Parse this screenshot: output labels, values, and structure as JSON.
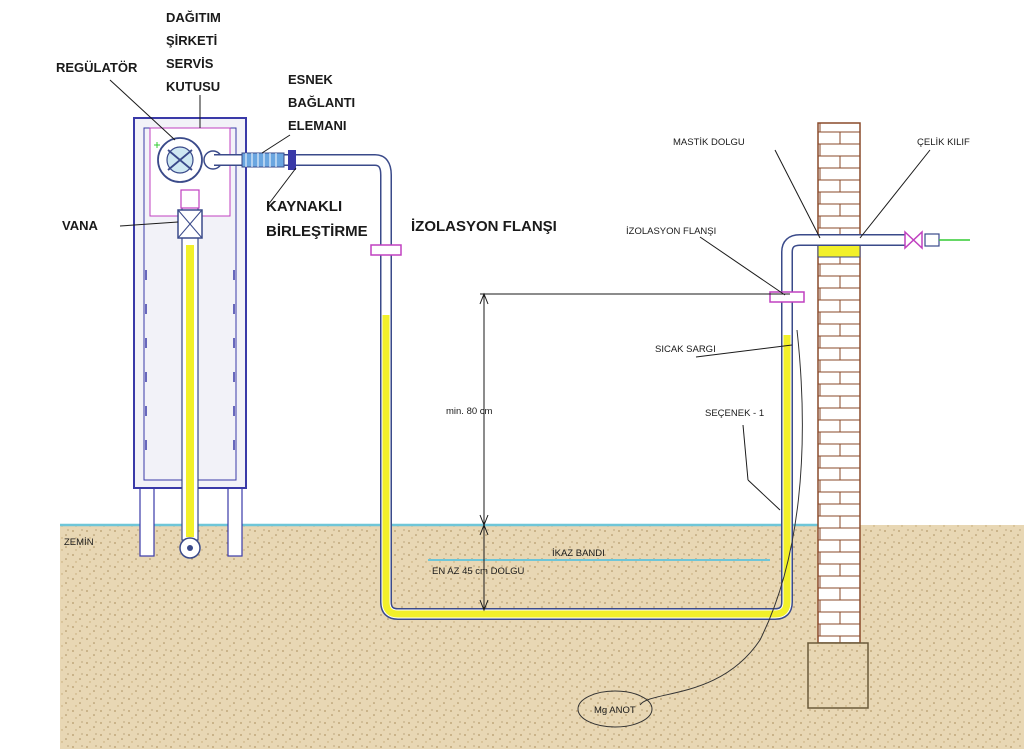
{
  "colors": {
    "soil": "#e8d7b4",
    "soil_dot": "#b59a6a",
    "ground_line": "#6ec6d8",
    "pipe_outline": "#3a4a8a",
    "pipe_fill": "#ffffff",
    "pipe_yellow": "#f2f02a",
    "box_blue": "#3a3aa8",
    "regulator_magenta": "#c040c0",
    "wall_brick": "#8a4a2a",
    "wall_sleeve": "#f2f02a",
    "gas_line_green": "#33cc33"
  },
  "labels": {
    "regulator": "REGÜLATÖR",
    "distribution_box": [
      "DAĞITIM",
      "ŞİRKETİ",
      "SERVİS",
      "KUTUSU"
    ],
    "flexible_connector": [
      "ESNEK",
      "BAĞLANTI",
      "ELEMANI"
    ],
    "welded_joint": [
      "KAYNAKLI",
      "BİRLEŞTİRME"
    ],
    "valve": "VANA",
    "insulation_flange_main": "İZOLASYON FLANŞI",
    "insulation_flange_small": "İZOLASYON FLANŞI",
    "mastic_fill": "MASTİK DOLGU",
    "steel_sleeve": "ÇELİK KILIF",
    "hot_wrap": "SICAK SARGI",
    "option": "SEÇENEK - 1",
    "min_depth": "min. 80 cm",
    "ground": "ZEMİN",
    "warning_tape": "İKAZ BANDI",
    "fill_depth": "EN AZ 45 cm DOLGU",
    "anode": "Mg ANOT"
  }
}
